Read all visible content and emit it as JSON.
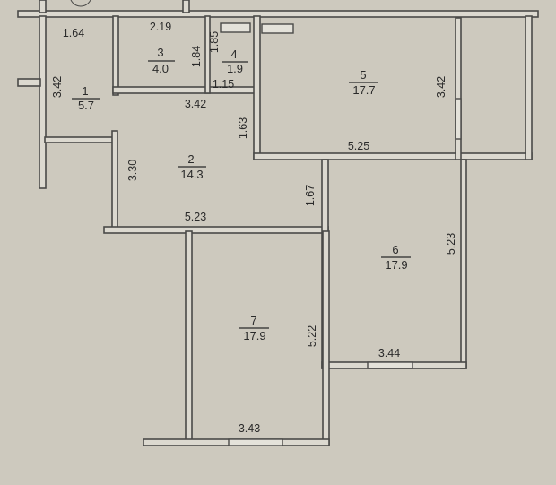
{
  "rooms": [
    {
      "number": "1",
      "area": "5.7"
    },
    {
      "number": "2",
      "area": "14.3"
    },
    {
      "number": "3",
      "area": "4.0"
    },
    {
      "number": "4",
      "area": "1.9"
    },
    {
      "number": "5",
      "area": "17.7"
    },
    {
      "number": "6",
      "area": "17.9"
    },
    {
      "number": "7",
      "area": "17.9"
    }
  ],
  "dimensions": {
    "r1_width": "1.64",
    "r1_height": "3.42",
    "r3_width": "2.19",
    "r3_height": "1.84",
    "r4_height": "1.85",
    "r4_width": "1.15",
    "corridor_width": "3.42",
    "corridor_height": "1.63",
    "r2_height": "3.30",
    "r2_width": "5.23",
    "r5_width": "5.25",
    "r5_height": "3.42",
    "r6_gap": "1.67",
    "r6_height": "5.23",
    "r6_width": "3.44",
    "r7_height": "5.22",
    "r7_width": "3.43"
  }
}
